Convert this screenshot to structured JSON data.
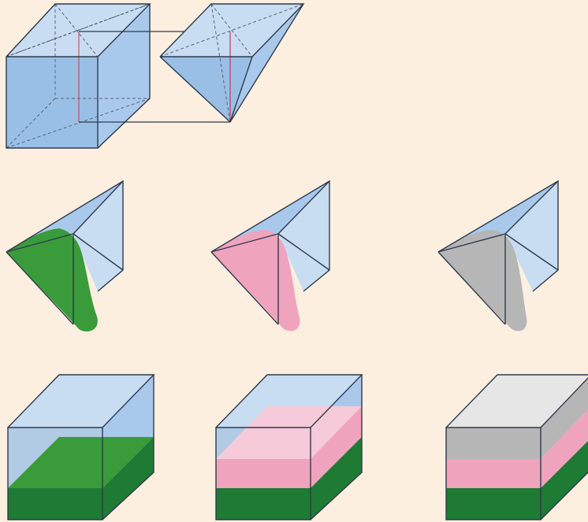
{
  "colors": {
    "background": "#fcefe0",
    "glass": "#c8dcf2",
    "glass_side": "#a9c9ec",
    "blue_fill": "#99bfe5",
    "edge": "#2f3a4c",
    "hidden_edge": "#5a6478",
    "red_line": "#e0304a",
    "green": "#3a9b3a",
    "dark_green": "#1f7a34",
    "pink": "#f0a3bd",
    "light_pink": "#f6cad8",
    "gray": "#b6b6b6",
    "light_gray": "#e6e6e6"
  },
  "figures": {
    "row1": [
      "full-cube",
      "folded-half-prism"
    ],
    "row2": [
      "prism-green-liquid",
      "prism-pink-liquid",
      "prism-gray-liquid"
    ],
    "row3": [
      "box-green-layers",
      "box-green-pink-layers",
      "box-green-pink-gray-layers"
    ]
  }
}
